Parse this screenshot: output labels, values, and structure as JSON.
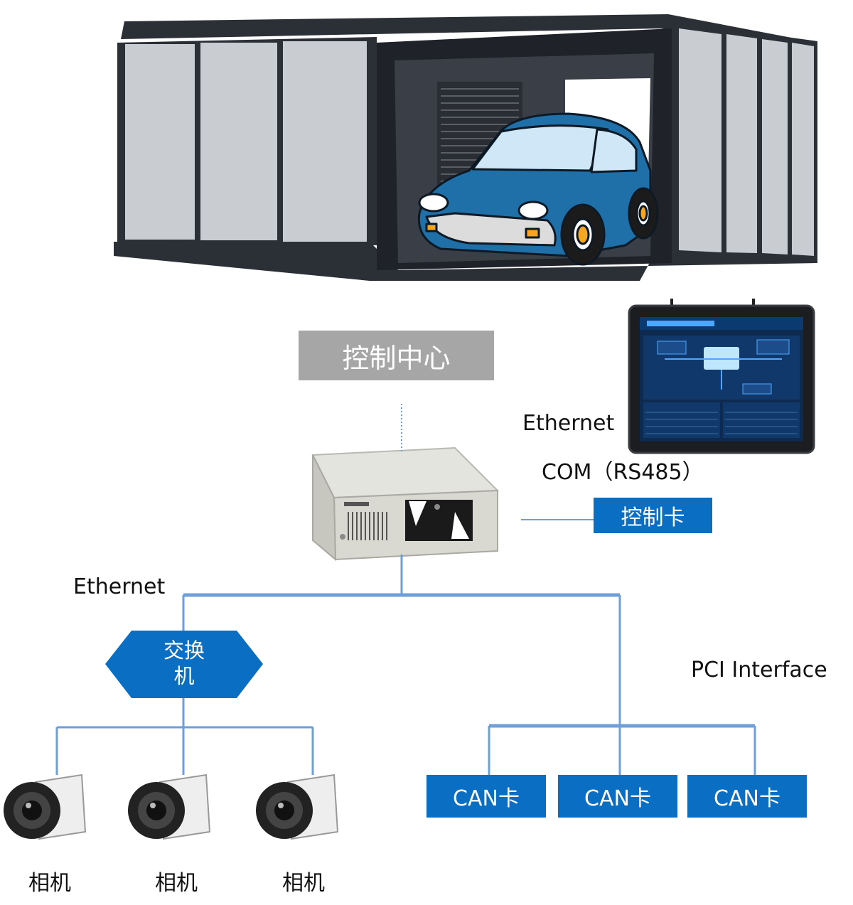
{
  "colors": {
    "blue": "#0a6fc2",
    "line_blue": "#6f9fd8",
    "gray_box": "#a6a6a6",
    "station_dark": "#2b2f36",
    "panel_light": "#c9ccd0",
    "car_blue": "#1f6fa8"
  },
  "nodes": {
    "control_center": "控制中心",
    "control_card": "控制卡",
    "switch": "交换\n机",
    "can_cards": [
      "CAN卡",
      "CAN卡",
      "CAN卡"
    ],
    "cameras": [
      "相机",
      "相机",
      "相机"
    ]
  },
  "labels": {
    "ethernet_top": "Ethernet",
    "com_rs485": "COM（RS485）",
    "ethernet_left": "Ethernet",
    "pci_interface": "PCI Interface"
  },
  "icons": {
    "station": "battery-swap-station-illustration",
    "car": "car-illustration",
    "touch_panel": "touch-panel-display",
    "ipc": "industrial-pc-chassis",
    "camera": "industrial-camera"
  }
}
